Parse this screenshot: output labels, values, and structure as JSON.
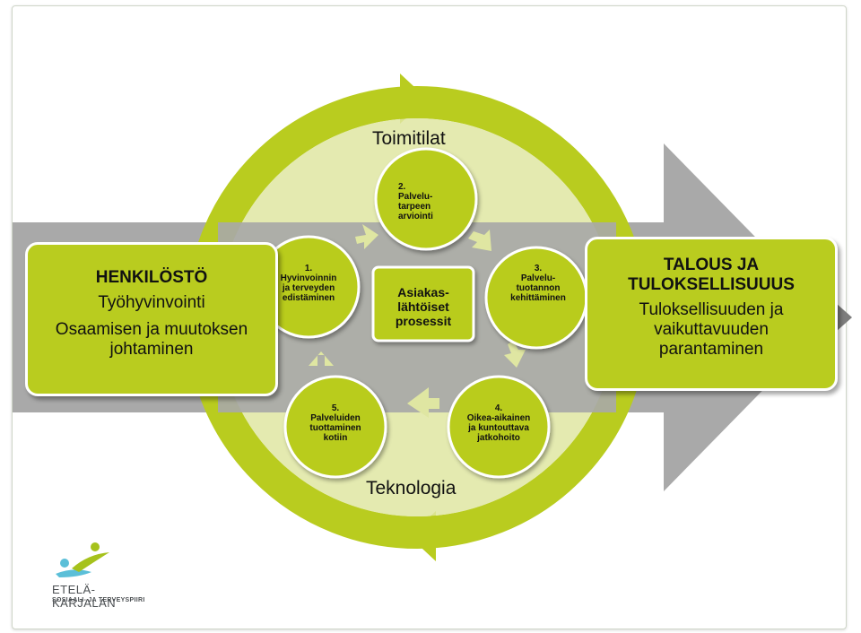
{
  "slide": {
    "top_label": "Toimitilat",
    "bottom_label": "Teknologia",
    "center": [
      "Asiakas-",
      "lähtöiset",
      "prosessit"
    ],
    "steps": [
      {
        "number": "1.",
        "lines": [
          "Hyvinvoinnin",
          "ja terveyden",
          "edistäminen"
        ]
      },
      {
        "number": "2.",
        "lines": [
          "Palvelu-",
          "tarpeen",
          "arviointi"
        ]
      },
      {
        "number": "3.",
        "lines": [
          "Palvelu-",
          "tuotannon",
          "kehittäminen"
        ]
      },
      {
        "number": "4.",
        "lines": [
          "Oikea-aikainen",
          "ja kuntouttava",
          "jatkohoito"
        ]
      },
      {
        "number": "5.",
        "lines": [
          "Palveluiden",
          "tuottaminen",
          "kotiin"
        ]
      }
    ],
    "left_box": {
      "title": "HENKILÖSTÖ",
      "lines": [
        "Työhyvinvointi",
        "Osaamisen ja muutoksen",
        "johtaminen"
      ]
    },
    "right_box": {
      "title_lines": [
        "TALOUS JA",
        "TULOKSELLISUUUS"
      ],
      "lines": [
        "Tuloksellisuuden ja",
        "vaikuttavuuden",
        "parantaminen"
      ]
    },
    "logo": {
      "name": "ETELÄ-KARJALAN",
      "subtitle": "SOSIAALI- JA TERVEYSPIIRI"
    },
    "colors": {
      "lime": "#b9cc1f",
      "pale_lime": "#dfe6a2",
      "grey_arrow": "#a9a9a9",
      "dark_grey": "#7d7d7d",
      "logo_blue": "#5bbfd8",
      "logo_green": "#a6c21c"
    }
  }
}
